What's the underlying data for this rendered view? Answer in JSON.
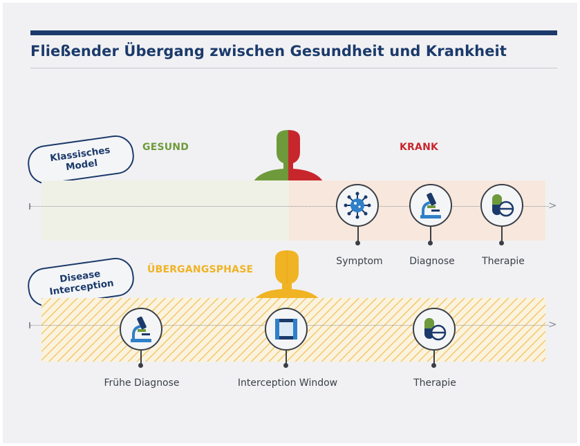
{
  "title": "Fließender Übergang zwischen Gesundheit und Krankheit",
  "colors": {
    "navy": "#1b3a6b",
    "green": "#6f9a3c",
    "red": "#c8262d",
    "yellow": "#f0b323",
    "gray": "#3a3f47"
  },
  "classic": {
    "model_label_line1": "Klassisches",
    "model_label_line2": "Model",
    "healthy_label": "GESUND",
    "sick_label": "KRANK",
    "steps": [
      {
        "label": "Symptom",
        "icon": "virus-icon"
      },
      {
        "label": "Diagnose",
        "icon": "microscope-icon"
      },
      {
        "label": "Therapie",
        "icon": "pill-icon"
      }
    ]
  },
  "interception": {
    "model_label_line1": "Disease",
    "model_label_line2": "Interception",
    "phase_label": "ÜBERGANGSPHASE",
    "steps": [
      {
        "label": "Frühe Diagnose",
        "icon": "microscope-icon"
      },
      {
        "label": "Interception Window",
        "icon": "window-icon"
      },
      {
        "label": "Therapie",
        "icon": "pill-icon"
      }
    ]
  }
}
